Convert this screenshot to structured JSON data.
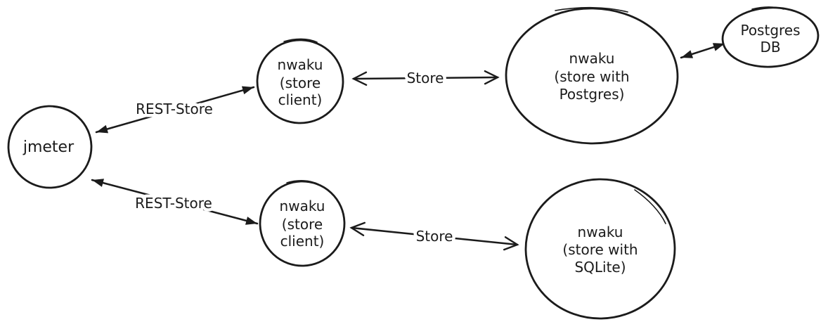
{
  "colors": {
    "ink": "#1b1b1b",
    "background": "#ffffff"
  },
  "nodes": {
    "jmeter": {
      "label": "jmeter"
    },
    "store_client_top": {
      "line1": "nwaku",
      "line2": "(store",
      "line3": "client)"
    },
    "store_client_bottom": {
      "line1": "nwaku",
      "line2": "(store",
      "line3": "client)"
    },
    "store_postgres": {
      "line1": "nwaku",
      "line2": "(store with",
      "line3": "Postgres)"
    },
    "store_sqlite": {
      "line1": "nwaku",
      "line2": "(store with",
      "line3": "SQLite)"
    },
    "postgres_db": {
      "line1": "Postgres",
      "line2": "DB"
    }
  },
  "edges": {
    "rest_store_top": {
      "label": "REST-Store"
    },
    "rest_store_bottom": {
      "label": "REST-Store"
    },
    "store_top": {
      "label": "Store"
    },
    "store_bottom": {
      "label": "Store"
    },
    "postgres_db_link": {
      "label": ""
    }
  }
}
